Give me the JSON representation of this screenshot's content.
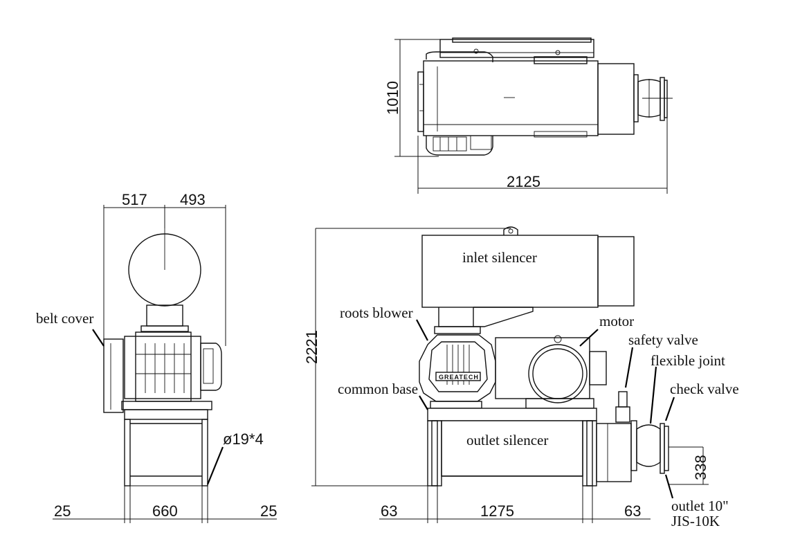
{
  "labels": {
    "belt_cover": "belt cover",
    "inlet_silencer": "inlet silencer",
    "roots_blower": "roots blower",
    "motor": "motor",
    "safety_valve": "safety valve",
    "flexible_joint": "flexible joint",
    "check_valve": "check valve",
    "common_base": "common base",
    "outlet_silencer": "outlet silencer",
    "outlet_line1": "outlet 10\"",
    "outlet_line2": "JIS-10K",
    "brand": "GREATECH"
  },
  "dimensions": {
    "top_height": "1010",
    "top_length": "2125",
    "side_width_left": "517",
    "side_width_right": "493",
    "bolt_holes": "ø19*4",
    "side_offset_left": "25",
    "side_base_width": "660",
    "side_offset_right": "25",
    "front_height": "2221",
    "front_offset_left": "63",
    "front_base_length": "1275",
    "front_offset_right": "63",
    "outlet_height": "338"
  }
}
